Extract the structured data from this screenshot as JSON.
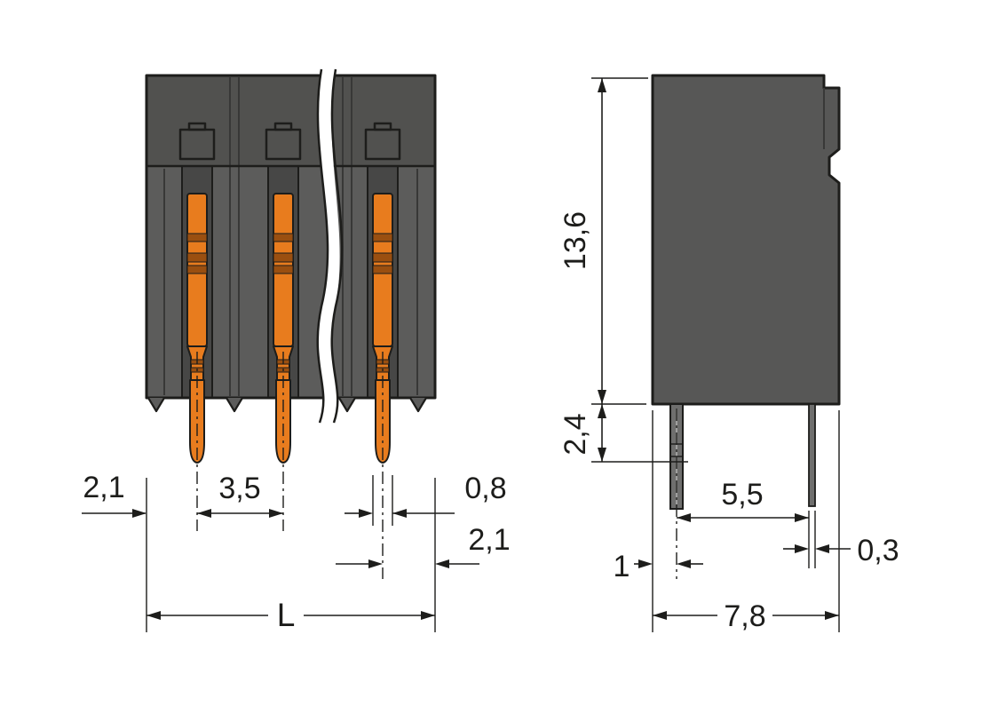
{
  "drawing": {
    "type": "technical-dimension-drawing",
    "subject": "pcb-terminal-block",
    "views": {
      "front": {
        "name": "front view (3 poles, middle section broken out)"
      },
      "side": {
        "name": "side view"
      }
    },
    "dimensions": {
      "front": {
        "edge_to_pin": "2,1",
        "pin_pitch": "3,5",
        "pin_width": "0,8",
        "pin_to_edge": "2,1",
        "total_length": "L"
      },
      "side": {
        "housing_height": "13,6",
        "pin_length": "2,4",
        "edge_to_pin": "1",
        "pin_spacing": "5,5",
        "pin_thickness": "0,3",
        "housing_depth": "7,8"
      }
    },
    "colors": {
      "housing_gray": "#575756",
      "housing_cap_gray": "#51514f",
      "channel_gray": "#474746",
      "contact_orange": "#e87c1e",
      "contact_band": "#9a4f10",
      "line_black": "#1d1d1b",
      "background": "#ffffff"
    }
  }
}
